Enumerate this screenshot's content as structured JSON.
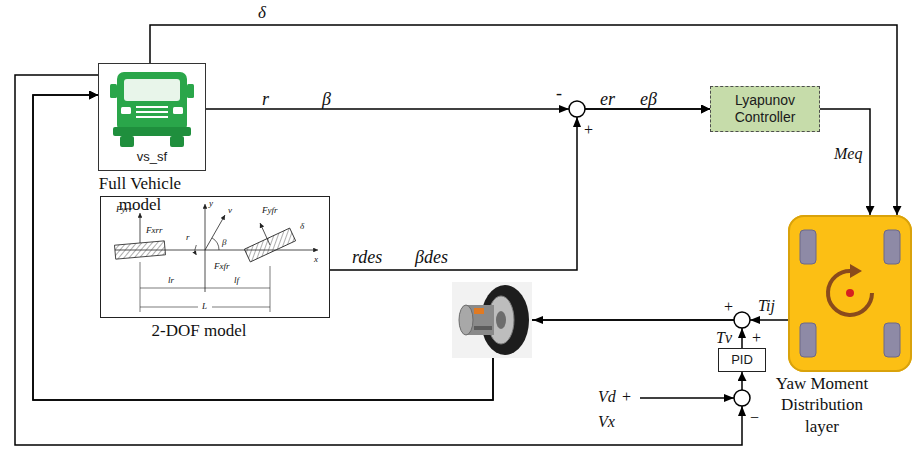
{
  "diagram": {
    "nodes": [
      {
        "text": [
          "vs_sf",
          "Full Vehicle model"
        ]
      },
      {
        "text": [
          "Lyapunov Controller"
        ]
      },
      {
        "text": [
          "Yaw Moment Distribution layer"
        ]
      },
      {
        "text": [
          "2-DOF model"
        ]
      },
      {
        "text": [
          "PID"
        ]
      }
    ],
    "edges": [
      {
        "from": 0,
        "to": 1,
        "arrow": "to"
      },
      {
        "from": 3,
        "to": 1,
        "arrow": "to"
      },
      {
        "from": 1,
        "to": 2,
        "label": "Meq",
        "arrow": "to"
      },
      {
        "from": 0,
        "to": 2,
        "label": "δ",
        "arrow": "to"
      },
      {
        "from": 2,
        "to": 0,
        "label": "Tij",
        "arrow": "to"
      },
      {
        "from": 4,
        "to": 0,
        "label": "Tv",
        "arrow": "to"
      },
      {
        "from": 0,
        "to": 4,
        "arrow": "to"
      }
    ],
    "labels": [
      "r",
      "β",
      "-",
      "er",
      "eβ",
      "+",
      "rdes",
      "βdes",
      "+",
      "+",
      "Vd",
      "+",
      "Vx",
      "−",
      "Fyrr",
      "Fxrr",
      "y",
      "Fyfr",
      "Fxfr",
      "x",
      "v",
      "β",
      "r",
      "δ",
      "lr",
      "lf",
      "L"
    ]
  }
}
